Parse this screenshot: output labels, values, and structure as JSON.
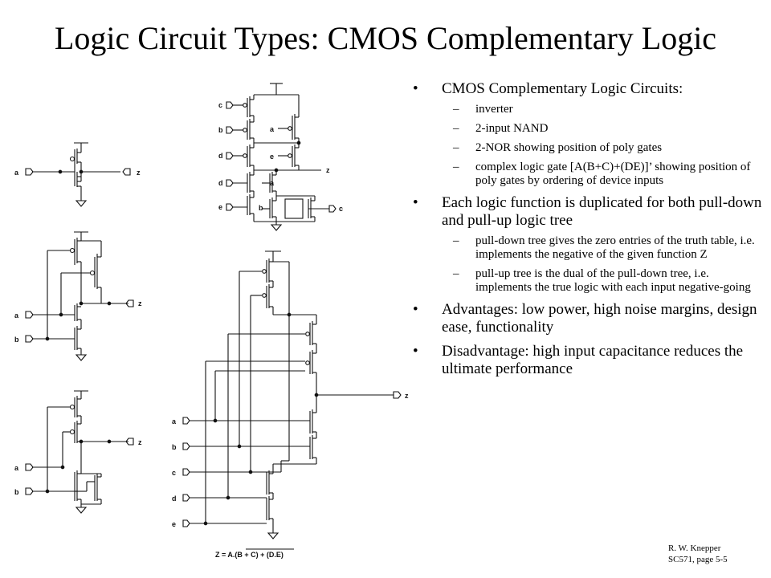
{
  "slide": {
    "title": "Logic Circuit Types:  CMOS Complementary Logic"
  },
  "bullets": [
    {
      "text": "CMOS Complementary Logic Circuits:",
      "sub": [
        "inverter",
        "2-input NAND",
        "2-NOR showing position of poly gates",
        "complex logic gate [A(B+C)+(DE)]’ showing position of poly gates by ordering of device inputs"
      ]
    },
    {
      "text": "Each logic function is duplicated for both pull-down and pull-up logic tree",
      "sub": [
        "pull-down tree gives the zero entries of the truth table, i.e. implements the negative of the given function Z",
        "pull-up tree is the dual of the pull-down tree, i.e. implements the true logic with each input negative-going"
      ]
    },
    {
      "text": "Advantages:  low power, high noise margins, design ease, functionality",
      "sub": []
    },
    {
      "text": "Disadvantage:  high input capacitance reduces the ultimate performance",
      "sub": []
    }
  ],
  "bullet_symbol": "•",
  "dash_symbol": "–",
  "credit": {
    "line1": "R. W.  Knepper",
    "line2": "SC571, page 5-5"
  },
  "circuit_labels": {
    "inverter": {
      "input": "a",
      "output": "z"
    },
    "nand": {
      "input_a": "a",
      "input_b": "b",
      "output": "z"
    },
    "nor": {
      "input_a": "a",
      "input_b": "b",
      "output": "z"
    },
    "complex_top": {
      "inputs_left": [
        "c",
        "b",
        "d",
        "d",
        "e"
      ],
      "inputs_mid": [
        "a",
        "e",
        "a",
        "b"
      ],
      "input_right": "c",
      "output": "z"
    },
    "complex_big": {
      "inputs": [
        "a",
        "b",
        "c",
        "d",
        "e"
      ],
      "output": "z",
      "equation": "Z = A.(B + C) + (D.E)"
    }
  }
}
